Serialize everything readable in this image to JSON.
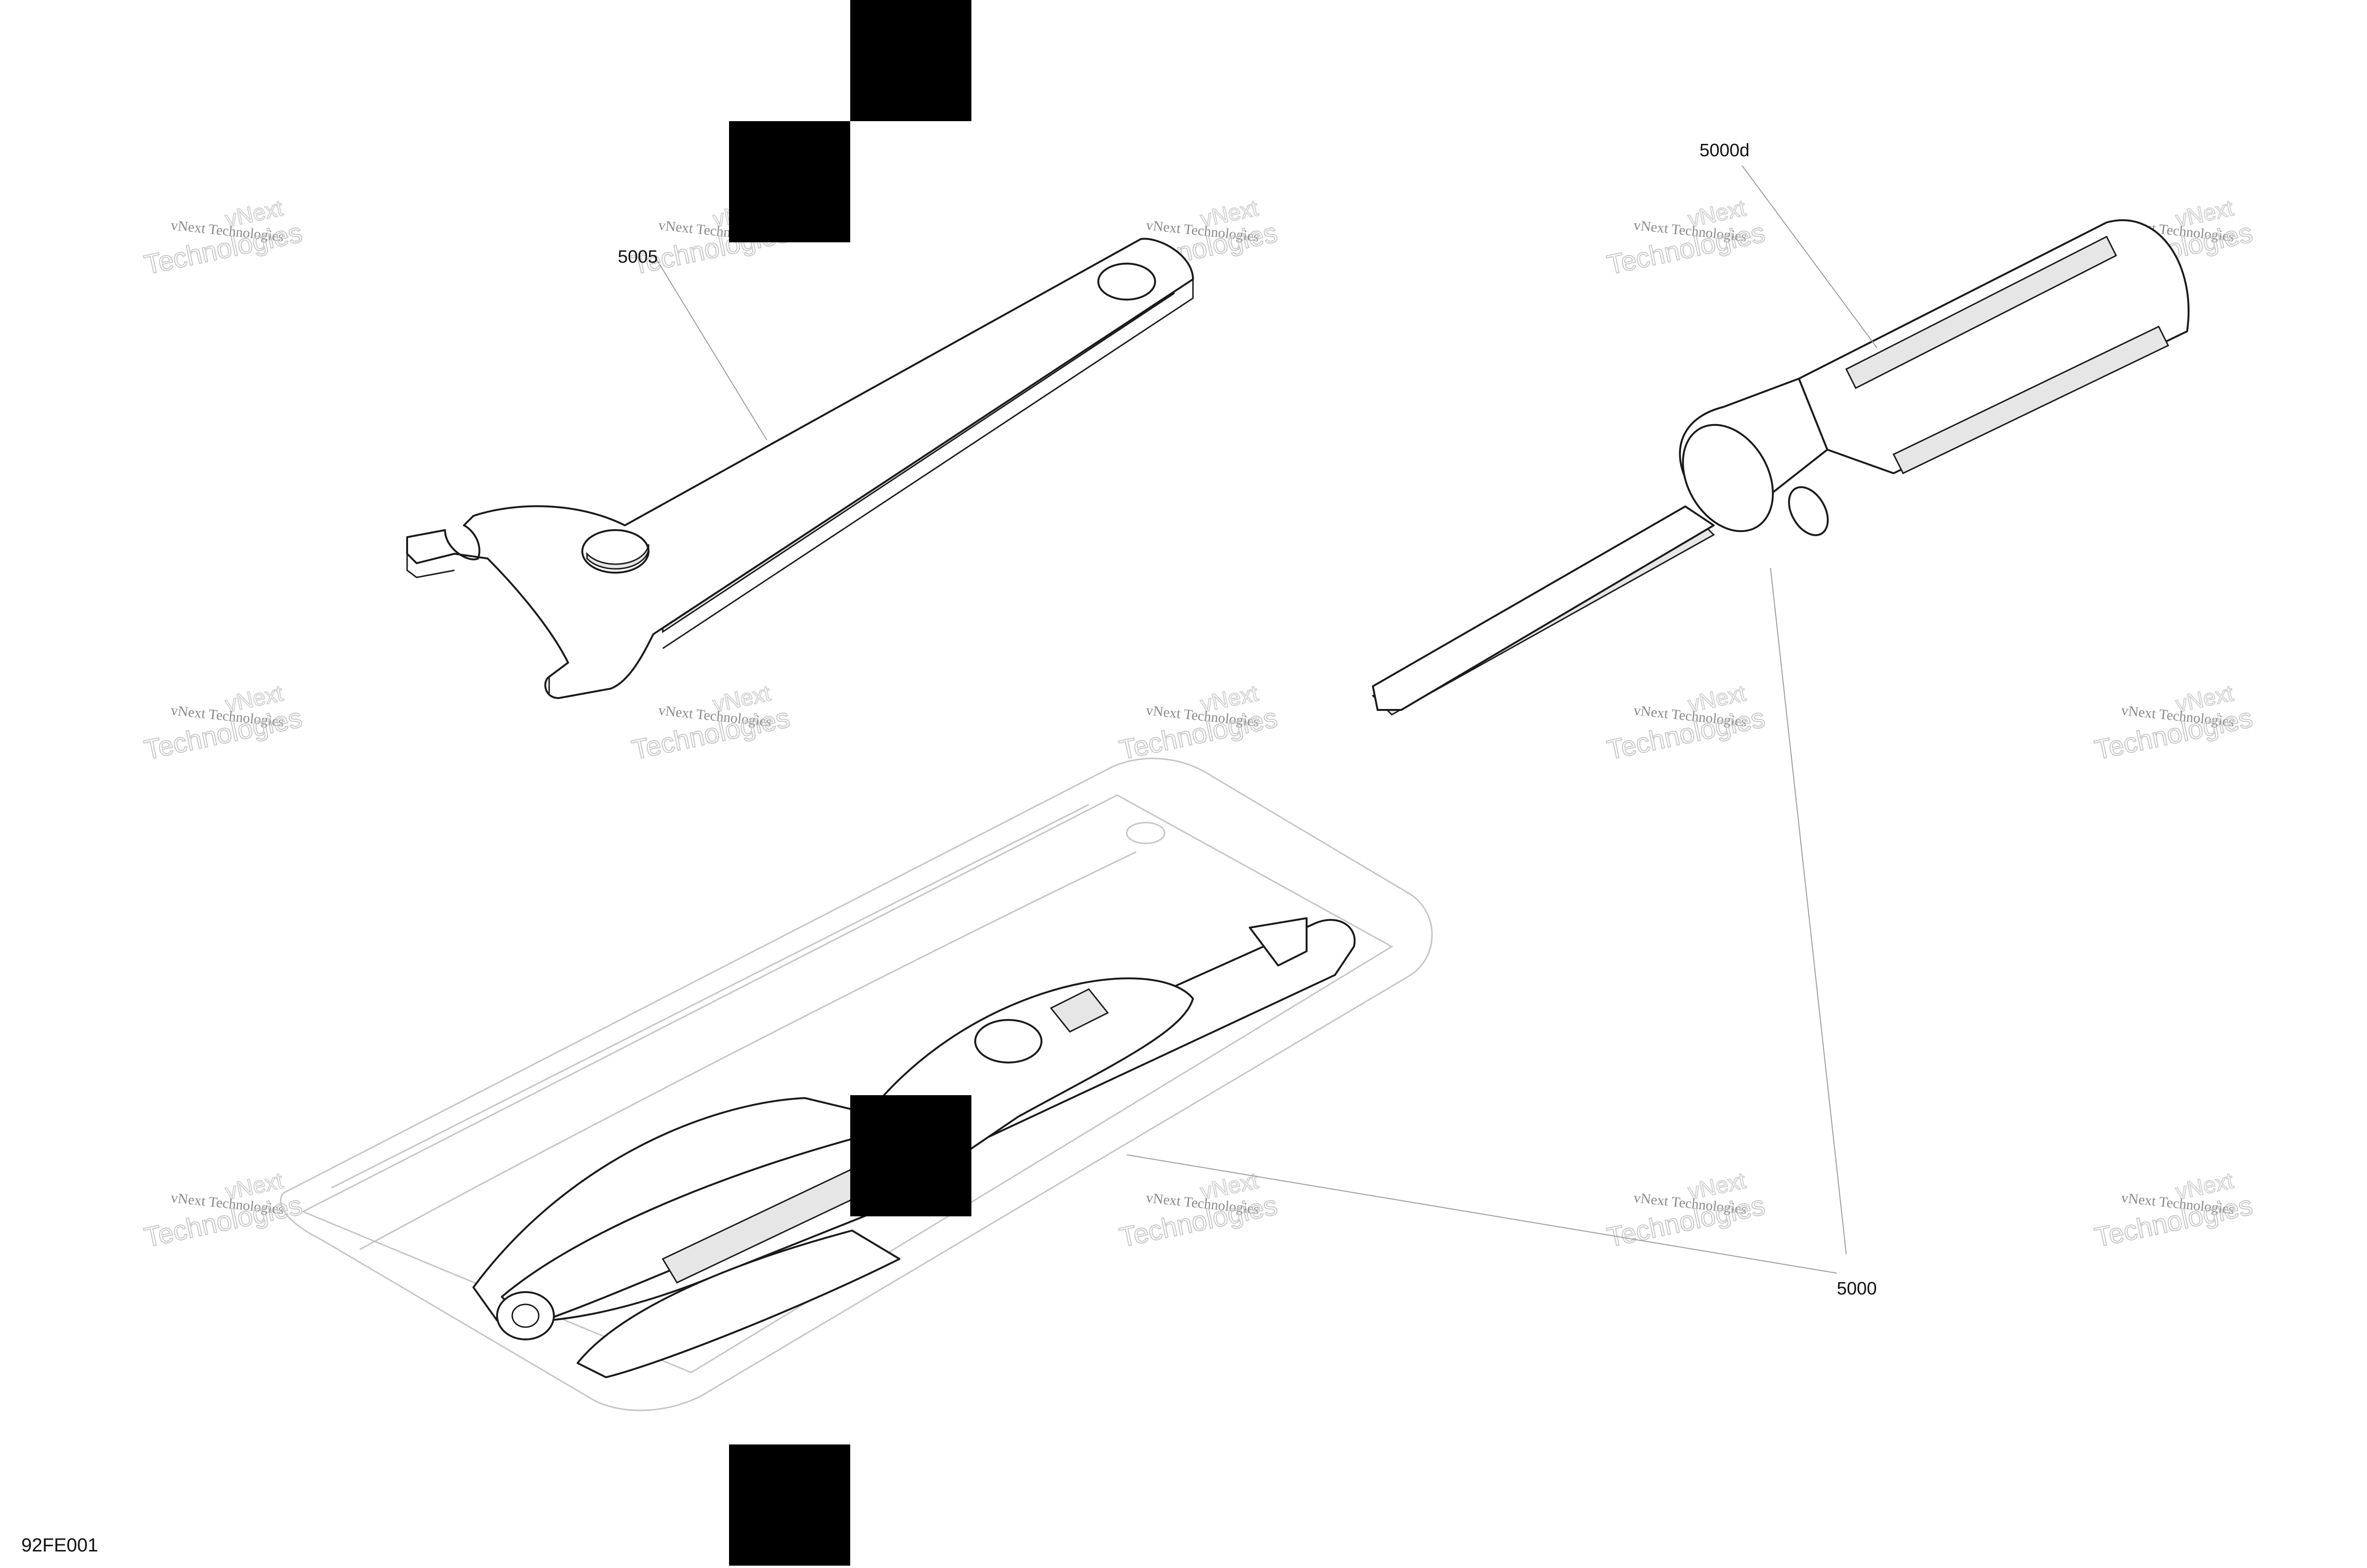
{
  "diagram": {
    "figure_code": "92FE001",
    "callouts": [
      {
        "id": "wrench",
        "label": "5005"
      },
      {
        "id": "screwdriver",
        "label": "5000d"
      },
      {
        "id": "tool-kit",
        "label": "5000"
      }
    ],
    "watermark": {
      "line1": "vNext Technologies",
      "line2": "Technologies",
      "line3": "vNext"
    }
  }
}
